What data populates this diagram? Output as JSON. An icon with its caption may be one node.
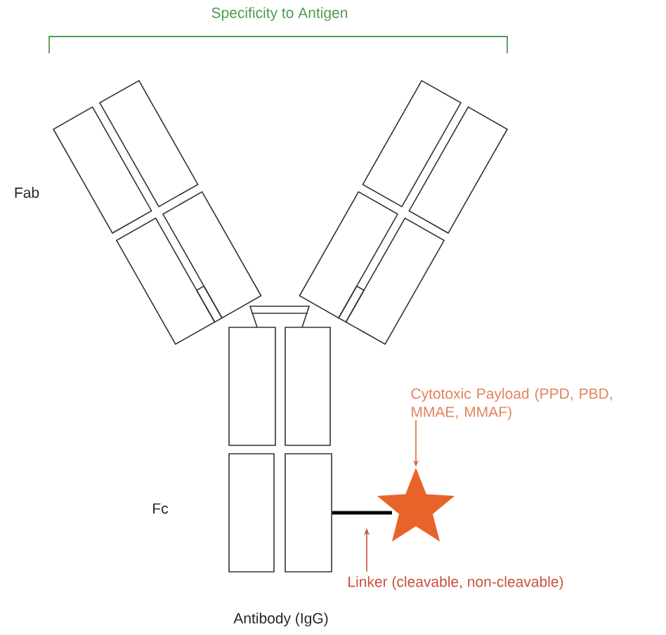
{
  "diagram": {
    "nodes": [
      {
        "text": [
          "Cytotoxic Payload (PPD, PBD, MMAE, MMAF)"
        ]
      },
      {
        "text": [],
        "shape": "star"
      },
      {
        "text": [
          "Linker (cleavable, non-cleavable)"
        ]
      },
      {
        "text": [],
        "shape": "box"
      }
    ],
    "edges": [
      {
        "from": 0,
        "to": 1,
        "arrow": "to",
        "color": "#d9663c"
      },
      {
        "from": 2,
        "to": null,
        "arrow": "to",
        "color": "#c9503c"
      },
      {
        "from": 3,
        "to": 1,
        "arrow": "none",
        "style": "thick",
        "color": "#000000"
      }
    ],
    "labels": [
      "Specificity to Antigen",
      "Fab",
      "Fc",
      "Antibody (IgG)"
    ]
  }
}
